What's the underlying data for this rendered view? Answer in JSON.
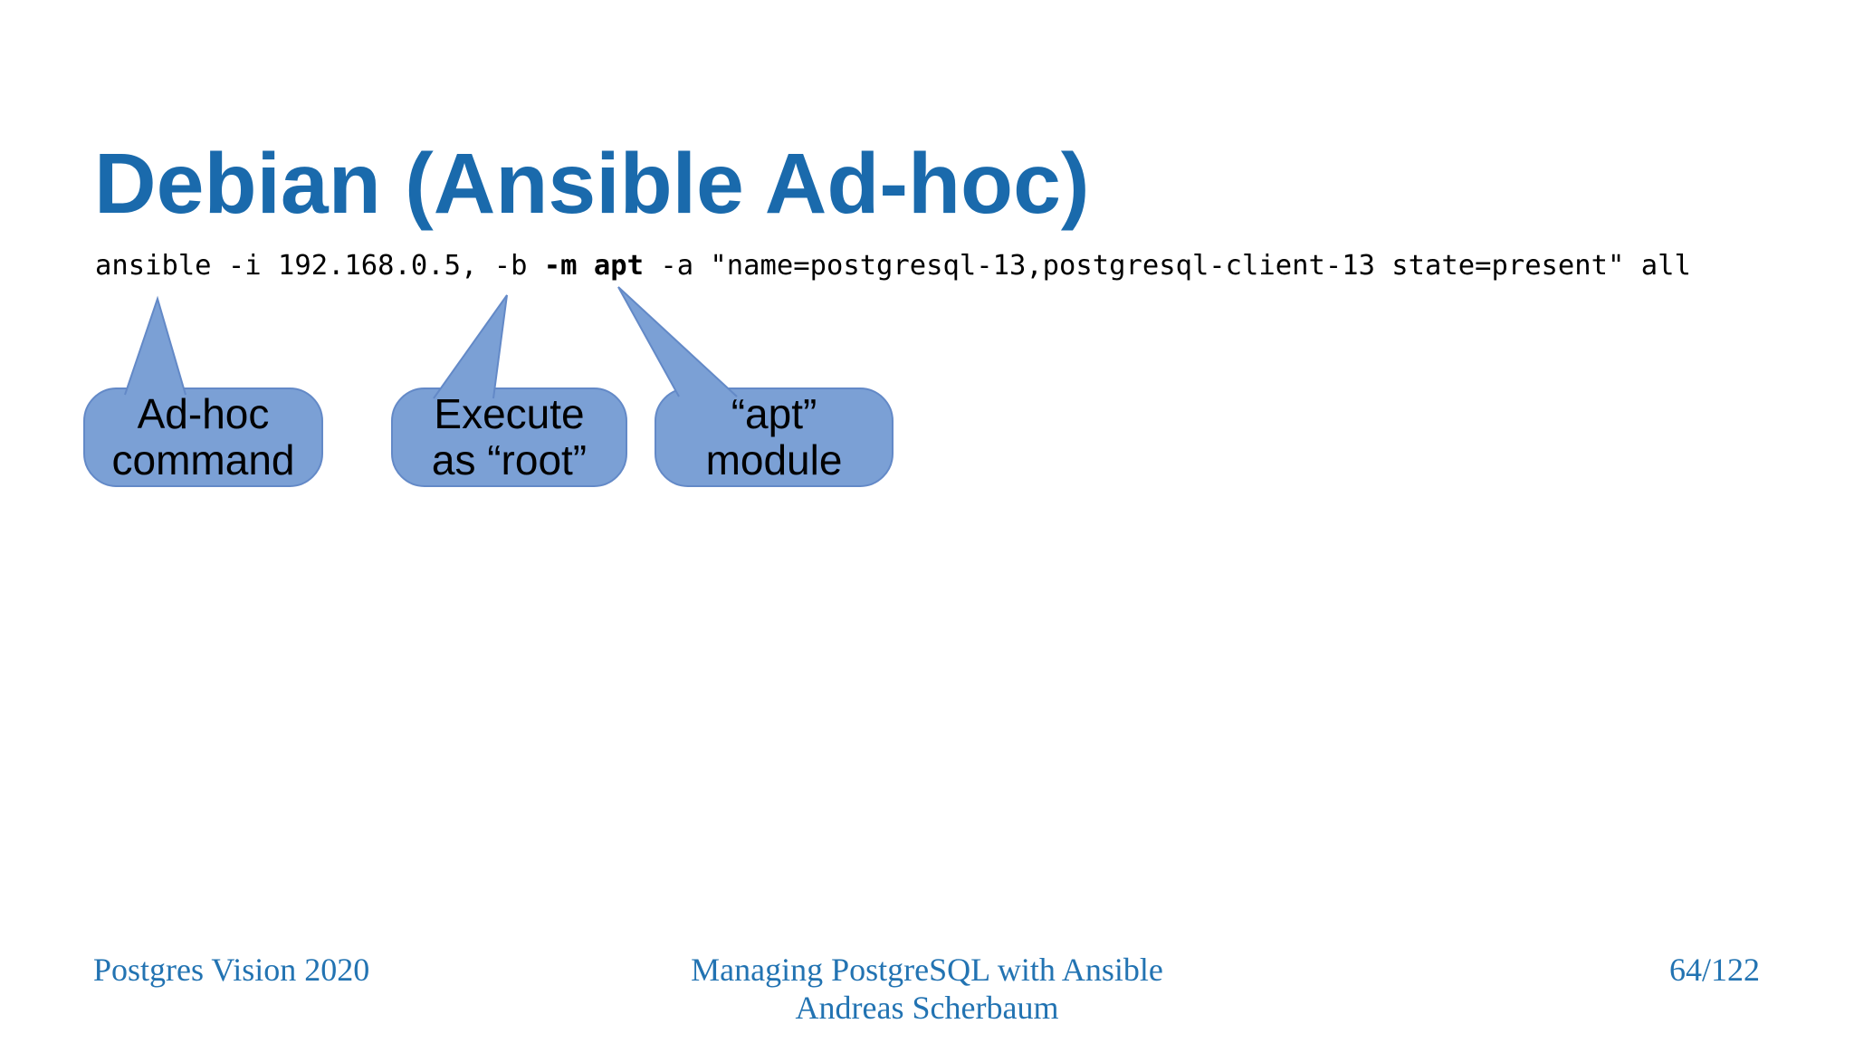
{
  "slide": {
    "title": "Debian (Ansible Ad-hoc)",
    "command": {
      "prefix": "ansible -i 192.168.0.5, -b ",
      "emphasis": "-m apt",
      "suffix": " -a \"name=postgresql-13,postgresql-client-13 state=present\" all"
    },
    "callouts": [
      {
        "line1": "Ad-hoc",
        "line2": "command"
      },
      {
        "line1": "Execute",
        "line2": "as “root”"
      },
      {
        "line1": "“apt”",
        "line2": "module"
      }
    ],
    "footer": {
      "conference": "Postgres Vision 2020",
      "presentation_title": "Managing PostgreSQL with Ansible",
      "author": "Andreas Scherbaum",
      "page": "64/122"
    },
    "colors": {
      "title": "#1a6aac",
      "footer": "#2273b2",
      "bubble_fill": "#7ba0d5",
      "bubble_border": "#6389c7",
      "text": "#000000",
      "background": "#ffffff"
    }
  }
}
